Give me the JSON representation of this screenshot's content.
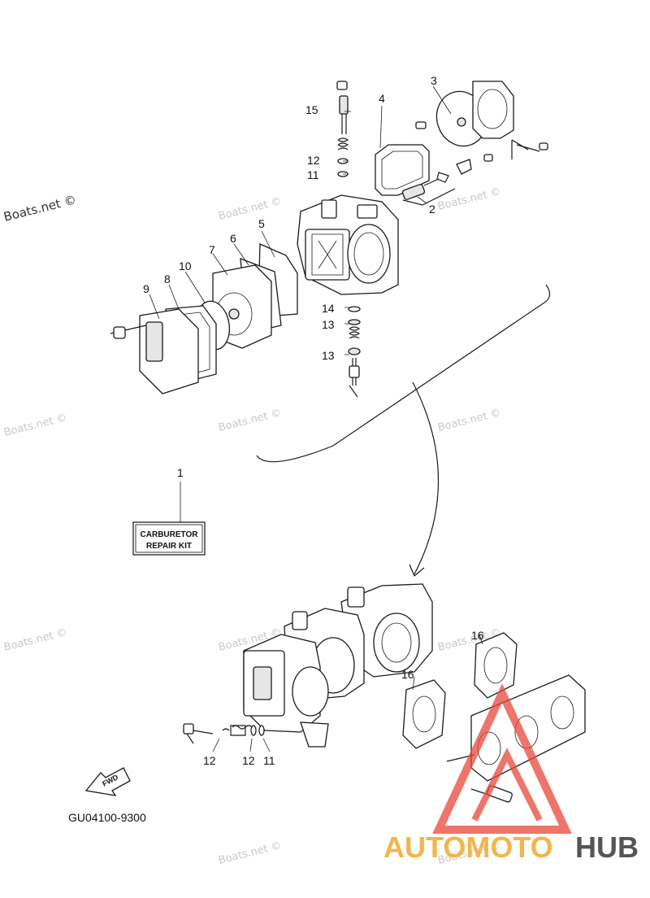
{
  "watermarks": {
    "main": "Boats.net ©",
    "repeat": "Boats.net ©"
  },
  "callouts": {
    "c1": "1",
    "c2": "2",
    "c3": "3",
    "c4": "4",
    "c5": "5",
    "c6": "6",
    "c7": "7",
    "c8": "8",
    "c9": "9",
    "c10": "10",
    "c11a": "11",
    "c12a": "12",
    "c13a": "13",
    "c13b": "13",
    "c14": "14",
    "c15": "15",
    "c16a": "16",
    "c16b": "16",
    "c12b": "12",
    "c12c": "12",
    "c11b": "11"
  },
  "kit_box": {
    "line1": "CARBURETOR",
    "line2": "REPAIR KIT"
  },
  "fwd_label": "FWD",
  "diagram_code": "GU04100-9300",
  "brand": {
    "part1": "AUTOMOTO",
    "part2": "HUB"
  },
  "colors": {
    "brand_orange": "#f2b64a",
    "brand_red": "#e8473b",
    "brand_gray": "#555555"
  }
}
